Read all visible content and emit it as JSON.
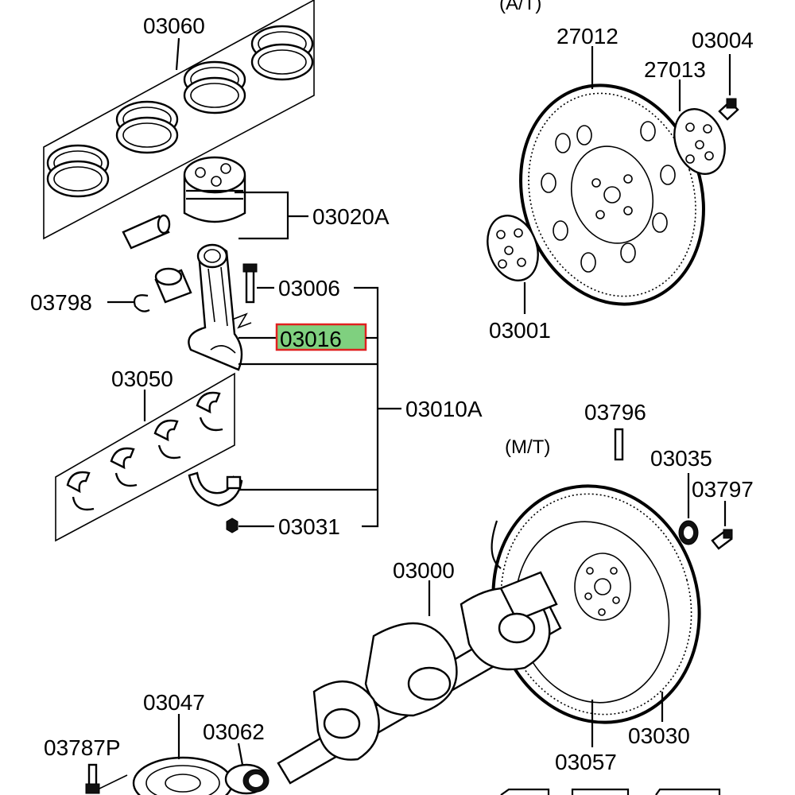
{
  "diagram": {
    "variant_labels": {
      "automatic": "(A/T)",
      "manual": "(M/T)"
    },
    "callouts": {
      "p03060": "03060",
      "p03020A": "03020A",
      "p03798": "03798",
      "p03006": "03006",
      "p03016": "03016",
      "p03050": "03050",
      "p03010A": "03010A",
      "p03031": "03031",
      "p27012": "27012",
      "p03004": "03004",
      "p27013": "27013",
      "p03001": "03001",
      "p03796": "03796",
      "p03035": "03035",
      "p03797": "03797",
      "p03000": "03000",
      "p03047": "03047",
      "p03062": "03062",
      "p03787P": "03787P",
      "p03057": "03057",
      "p03030": "03030"
    },
    "highlighted_part": "03016",
    "highlight_color": "#e02020",
    "highlight_fill": "#7fd07f"
  }
}
